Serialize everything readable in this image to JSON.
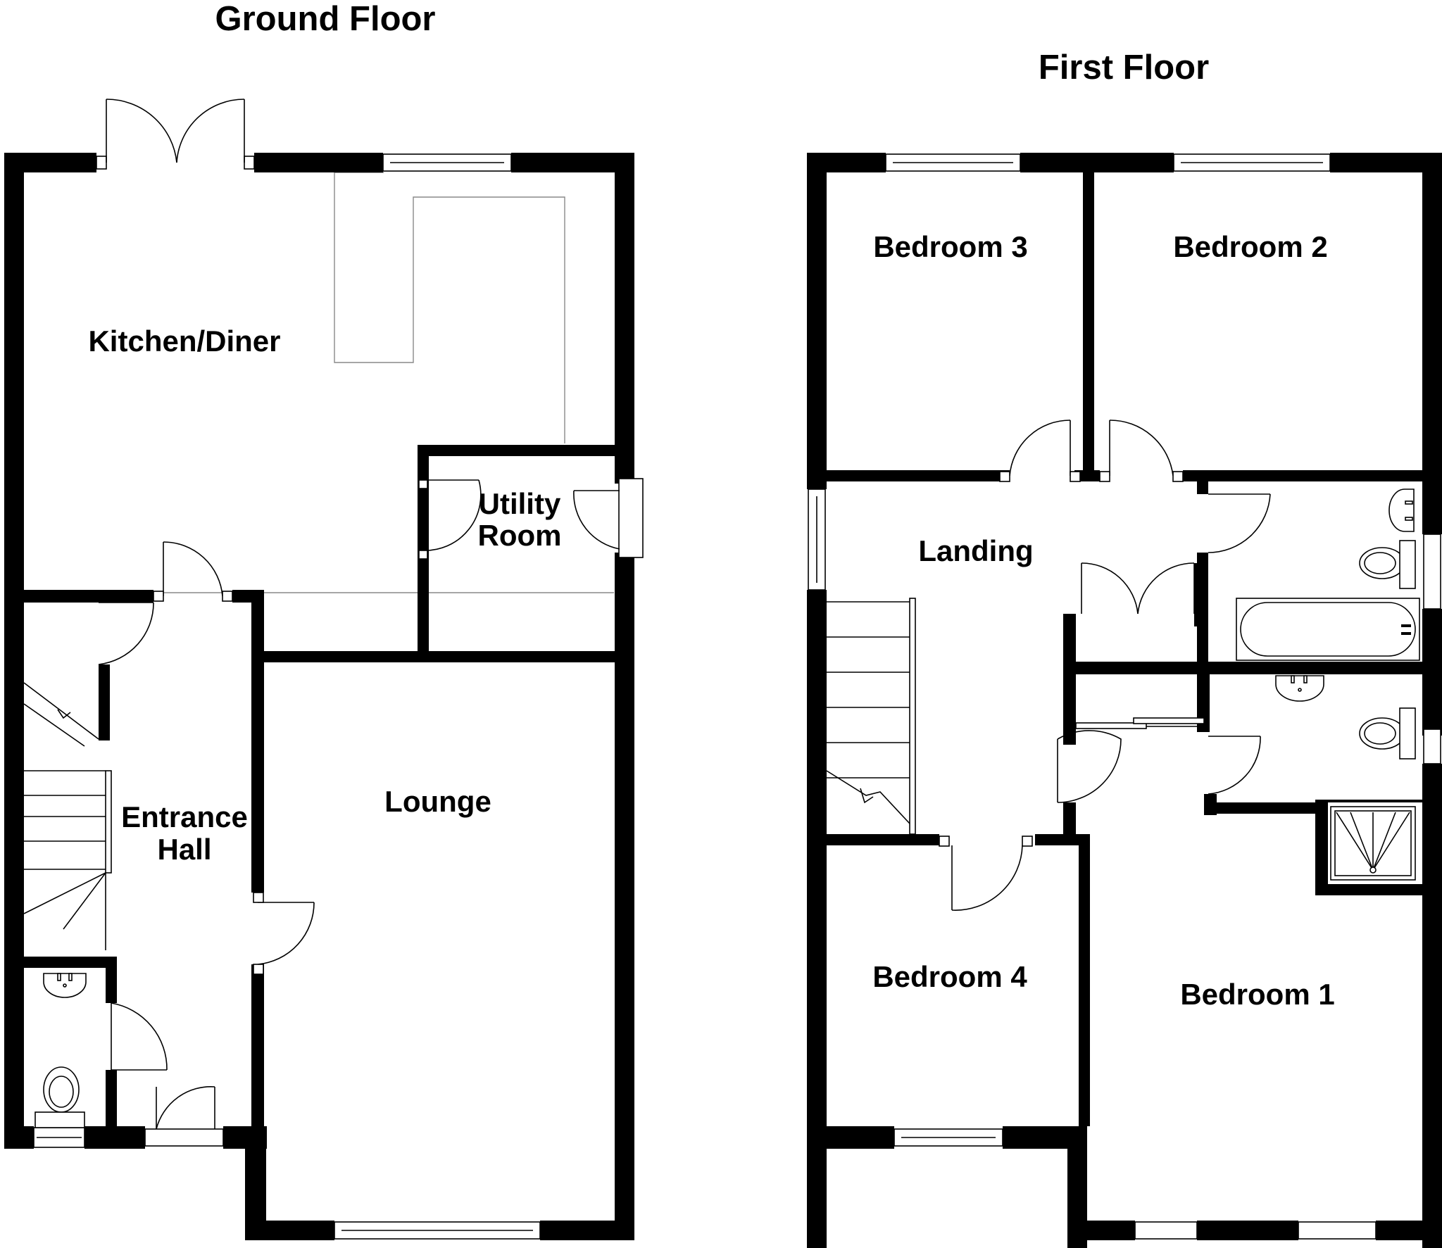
{
  "floors": [
    {
      "title": "Ground Floor",
      "rooms": {
        "kitchen_diner": "Kitchen/Diner",
        "utility_line1": "Utility",
        "utility_line2": "Room",
        "entrance_line1": "Entrance",
        "entrance_line2": "Hall",
        "lounge": "Lounge"
      }
    },
    {
      "title": "First Floor",
      "rooms": {
        "bedroom3": "Bedroom 3",
        "bedroom2": "Bedroom 2",
        "landing": "Landing",
        "bedroom4": "Bedroom 4",
        "bedroom1": "Bedroom 1"
      }
    }
  ]
}
